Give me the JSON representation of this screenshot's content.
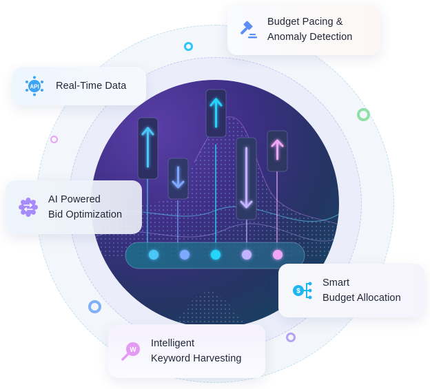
{
  "features": [
    {
      "id": "budget-pacing",
      "lines": [
        "Budget Pacing &",
        "Anomaly Detection"
      ],
      "icon": "gavel-icon",
      "color": "#5b8ff5"
    },
    {
      "id": "real-time-data",
      "lines": [
        "Real-Time Data"
      ],
      "icon": "api-icon",
      "color": "#3ea5f5"
    },
    {
      "id": "bid-optimization",
      "lines": [
        "AI Powered",
        "Bid Optimization"
      ],
      "icon": "gear-swap-icon",
      "color": "#a78bfa"
    },
    {
      "id": "budget-allocation",
      "lines": [
        "Smart",
        "Budget Allocation"
      ],
      "icon": "dollar-branch-icon",
      "color": "#1fb6f0"
    },
    {
      "id": "keyword-harvesting",
      "lines": [
        "Intelligent",
        "Keyword Harvesting"
      ],
      "icon": "keyword-search-icon",
      "color": "#e49af5",
      "icon_letter": "W"
    }
  ],
  "icon_labels": {
    "api": "API",
    "dollar": "$",
    "keyword": "W"
  },
  "indicators": [
    {
      "direction": "up",
      "color": "#4cc7f7"
    },
    {
      "direction": "down",
      "color": "#7ea8ff"
    },
    {
      "direction": "up",
      "color": "#26d4fa"
    },
    {
      "direction": "down",
      "color": "#c3b2ff"
    },
    {
      "direction": "up",
      "color": "#f0a6f7"
    }
  ],
  "decorative_rings": [
    {
      "color": "#2ec6f3"
    },
    {
      "color": "#8ee0a8"
    },
    {
      "color": "#e8a2f3"
    },
    {
      "color": "#7fb0f7"
    },
    {
      "color": "#b6a2f2"
    }
  ]
}
